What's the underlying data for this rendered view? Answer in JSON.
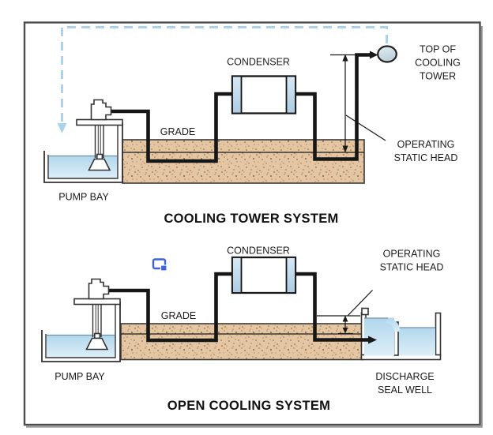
{
  "figure": {
    "type": "engineering-diagram",
    "description": "Two schematic diagrams comparing circulating water systems"
  },
  "diagram1": {
    "title": "COOLING TOWER SYSTEM",
    "condenser": "CONDENSER",
    "grade": "GRADE",
    "pump_bay": "PUMP BAY",
    "tower_lines": [
      "TOP OF",
      "COOLING",
      "TOWER"
    ],
    "static_head_lines": [
      "OPERATING",
      "STATIC HEAD"
    ]
  },
  "diagram2": {
    "title": "OPEN COOLING SYSTEM",
    "condenser": "CONDENSER",
    "grade": "GRADE",
    "pump_bay": "PUMP BAY",
    "static_head_lines": [
      "OPERATING",
      "STATIC HEAD"
    ],
    "seal_well_lines": [
      "DISCHARGE",
      "SEAL WELL"
    ]
  },
  "colors": {
    "pipe": "#161616",
    "dashed_return_line": "#a9d4ee",
    "water_top": "#b0d6ec",
    "water_bottom": "#ddeef8",
    "sand_base": "#e4c6a3",
    "sand_speckle": "#a9845f",
    "condenser_cap_top": "#d8e9f6",
    "condenser_cap_bottom": "#accbe2",
    "tower_node_top": "#e3edf3",
    "tower_node_bottom": "#bccfda",
    "artifact_blue": "#3f62d7",
    "frame_border": "#4d4d4d"
  }
}
